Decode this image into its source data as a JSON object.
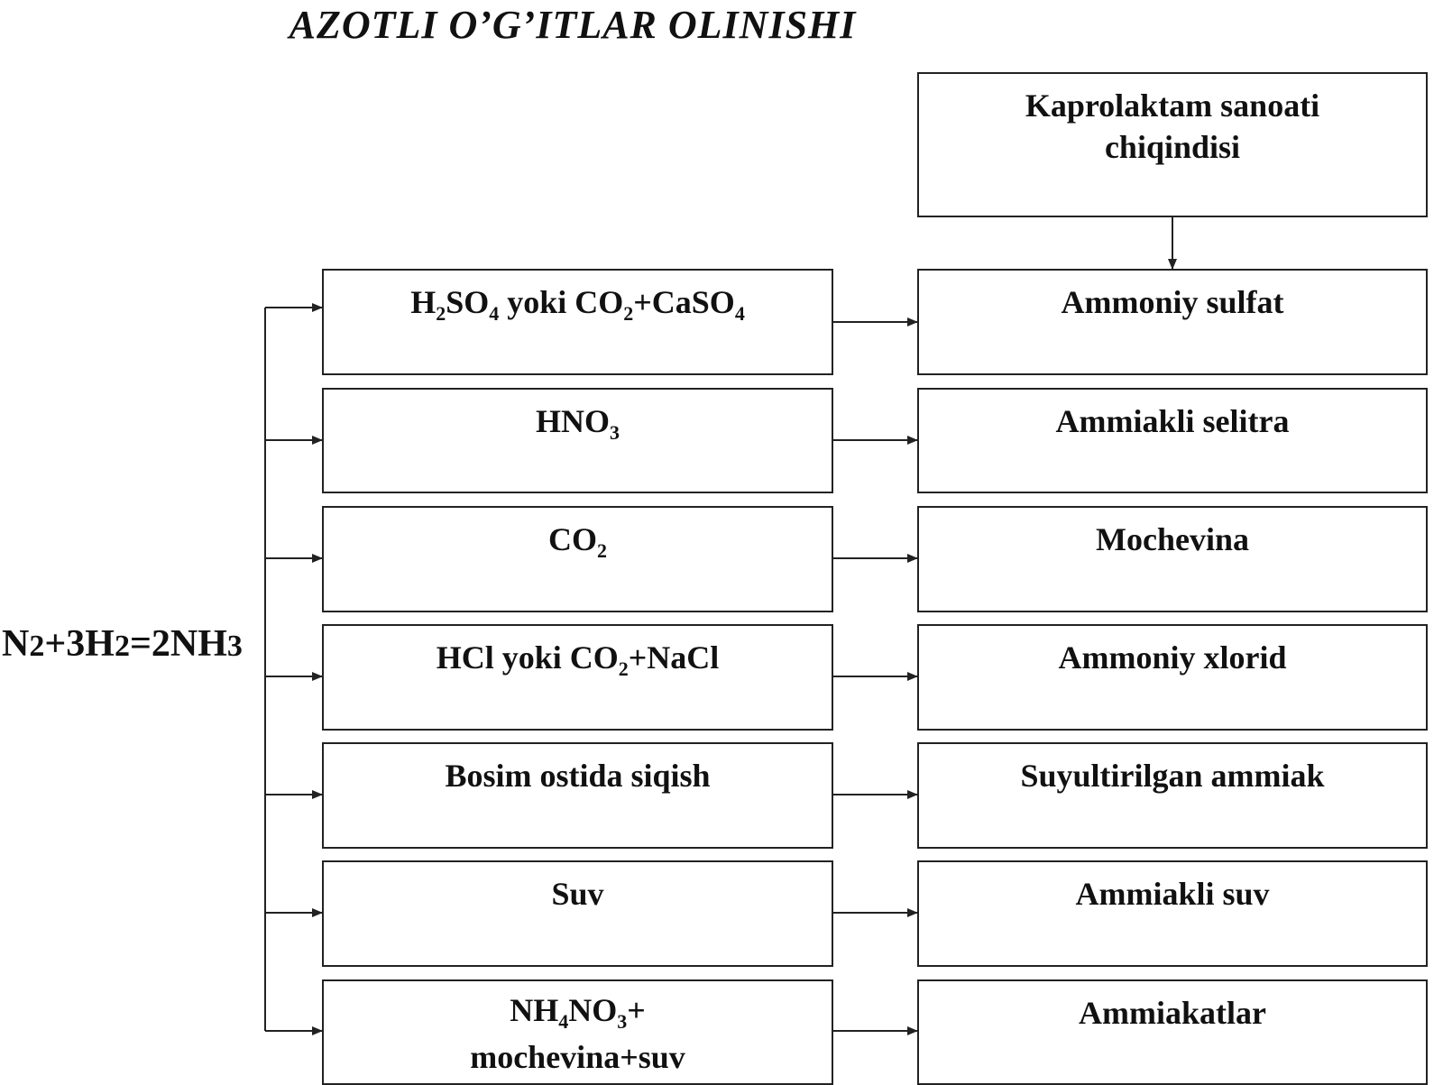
{
  "title": "AZOTLI  O’G’ITLAR  OLINISHI",
  "equation": {
    "p1": "N",
    "s1": "2",
    "p2": "+3H",
    "s2": "2",
    "p3": "=2NH",
    "s3": "3"
  },
  "source_box": {
    "line1": "Kaprolaktam sanoati",
    "line2": "chiqindisi"
  },
  "rows": [
    {
      "reagent": [
        "H",
        "2",
        "SO",
        "4",
        " yoki CO",
        "2",
        "+CaSO",
        "4"
      ],
      "product": "Ammoniy sulfat"
    },
    {
      "reagent": [
        "HNO",
        "3"
      ],
      "product": "Ammiakli selitra"
    },
    {
      "reagent": [
        "CO",
        "2"
      ],
      "product": "Mochevina"
    },
    {
      "reagent": [
        "HCl yoki CO",
        "2",
        "+NaCl"
      ],
      "product": "Ammoniy xlorid"
    },
    {
      "reagent": [
        "Bosim ostida siqish"
      ],
      "product": "Suyultirilgan ammiak"
    },
    {
      "reagent": [
        "Suv"
      ],
      "product": "Ammiakli suv"
    },
    {
      "reagent": [
        "NH",
        "4",
        "NO",
        "3",
        "+"
      ],
      "reagent_line2": "mochevina+suv",
      "product": "Ammiakatlar"
    }
  ]
}
